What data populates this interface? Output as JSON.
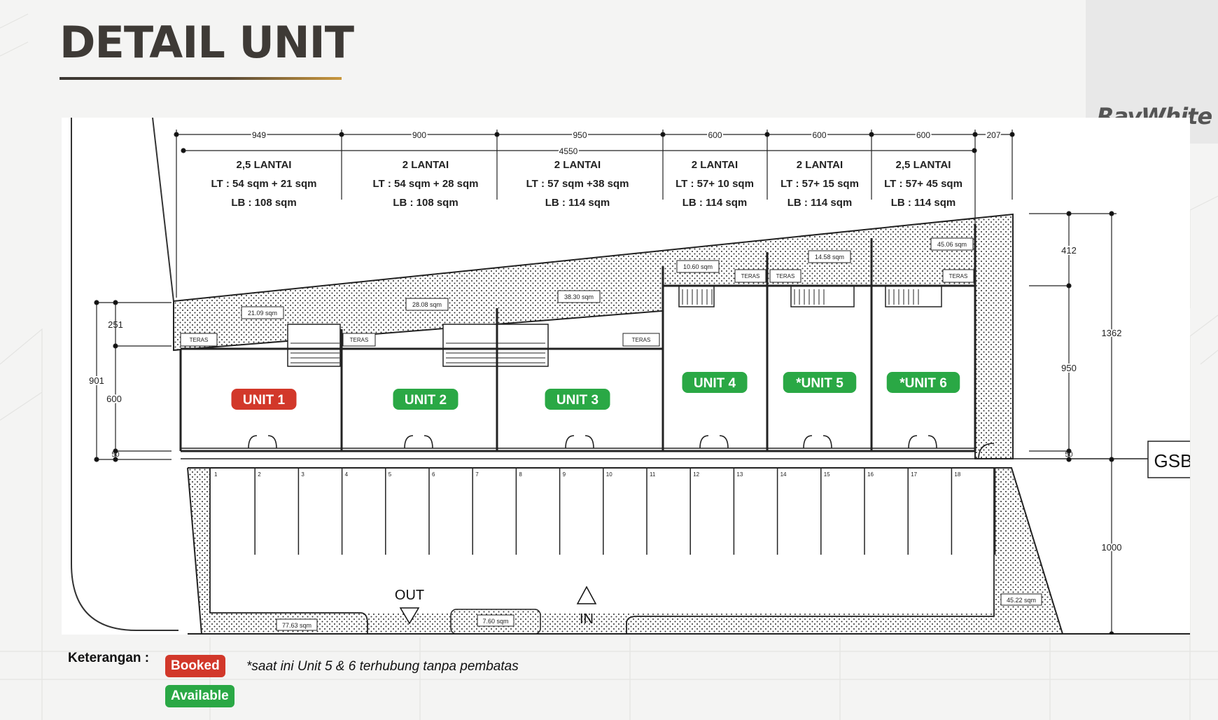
{
  "header": {
    "title": "DETAIL UNIT",
    "brand_logo_text": "RayWhite"
  },
  "colors": {
    "booked": "#d2382a",
    "available": "#2aa845",
    "title_text": "#3e3a36",
    "underline_accent": "#c9973d"
  },
  "site_plan": {
    "total_width_dimension": "4550",
    "front_dimensions": [
      "949",
      "900",
      "950",
      "600",
      "600",
      "600",
      "207"
    ],
    "units": [
      {
        "label": "UNIT 1",
        "status": "booked",
        "floors": "2,5 LANTAI",
        "lt": "LT : 54 sqm + 21 sqm",
        "lb": "LB : 108 sqm"
      },
      {
        "label": "UNIT 2",
        "status": "available",
        "floors": "2 LANTAI",
        "lt": "LT : 54 sqm + 28 sqm",
        "lb": "LB : 108 sqm"
      },
      {
        "label": "UNIT 3",
        "status": "available",
        "floors": "2 LANTAI",
        "lt": "LT : 57 sqm +38 sqm",
        "lb": "LB : 114 sqm"
      },
      {
        "label": "UNIT 4",
        "status": "available",
        "floors": "2 LANTAI",
        "lt": "LT : 57+ 10 sqm",
        "lb": "LB : 114 sqm"
      },
      {
        "label": "*UNIT 5",
        "status": "available",
        "floors": "2 LANTAI",
        "lt": "LT : 57+ 15 sqm",
        "lb": "LB : 114 sqm"
      },
      {
        "label": "*UNIT 6",
        "status": "available",
        "floors": "2,5 LANTAI",
        "lt": "LT : 57+ 45 sqm",
        "lb": "LB : 114 sqm"
      }
    ],
    "left_dimensions": [
      "251",
      "901",
      "600",
      "50"
    ],
    "right_dimensions": [
      "412",
      "1362",
      "950",
      "50",
      "1000"
    ],
    "gsb_label": "GSB",
    "out_label": "OUT",
    "in_label": "IN",
    "parking_numbers": [
      "1",
      "2",
      "3",
      "4",
      "5",
      "6",
      "7",
      "8",
      "9",
      "10",
      "11",
      "12",
      "13",
      "14",
      "15",
      "16",
      "17",
      "18"
    ],
    "teras_label": "TERAS",
    "garden_area_labels": [
      "21.09 sqm",
      "28.08 sqm",
      "38.30 sqm",
      "10.60 sqm",
      "14.58 sqm",
      "45.06 sqm",
      "77.63 sqm",
      "7.60 sqm",
      "45.22 sqm"
    ]
  },
  "legend": {
    "heading": "Keterangan :",
    "booked_label": "Booked",
    "available_label": "Available",
    "note": "*saat ini Unit 5 & 6 terhubung tanpa pembatas"
  }
}
